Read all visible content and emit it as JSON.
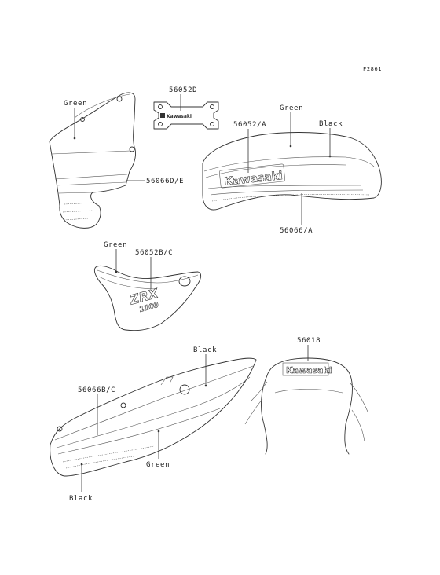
{
  "figure_code": "F2861",
  "labels": {
    "fairing_color": "Green",
    "fairing_part": "56066D/E",
    "mirror_part": "56052D",
    "tank_color_top": "Green",
    "tank_color_black": "Black",
    "tank_logo_part": "56052/A",
    "tank_stripe_part": "56066/A",
    "side_color": "Green",
    "side_part": "56052B/C",
    "tail_color_black": "Black",
    "tail_part": "56066B/C",
    "tail_color_green": "Green",
    "tail_color_bottom": "Black",
    "seat_part": "56018"
  },
  "logos": {
    "tank": "Kawasaki",
    "mirror": "Kawasaki",
    "seat": "Kawasaki",
    "side_line1": "ZRX",
    "side_line2": "1100"
  }
}
